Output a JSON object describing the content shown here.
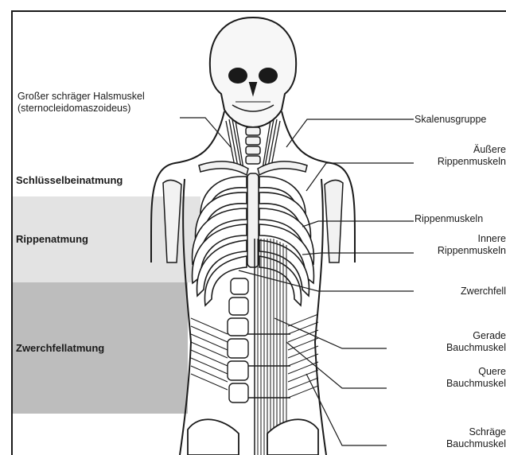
{
  "labels": {
    "sternocleidomastoid_line1": "Großer schräger Halsmuskel",
    "sternocleidomastoid_line2": "(sternocleidomaszoideus)",
    "scalene": "Skalenusgruppe",
    "external_line1": "Äußere",
    "external_line2": "Rippenmuskeln",
    "rib_muscles": "Rippenmuskeln",
    "internal_line1": "Innere",
    "internal_line2": "Rippenmuskeln",
    "diaphragm": "Zwerchfell",
    "rectus_line1": "Gerade",
    "rectus_line2": "Bauchmuskel",
    "transverse_line1": "Quere",
    "transverse_line2": "Bauchmuskel",
    "oblique_line1": "Schräge",
    "oblique_line2": "Bauchmuskel"
  },
  "zones": {
    "clavicular": "Schlüsselbeinatmung",
    "rib": "Rippenatmung",
    "diaphragm": "Zwerchfellatmung"
  },
  "colors": {
    "line": "#1a1a1a",
    "rib_zone_band": "#e3e3e3",
    "diaphragm_zone_band": "#bdbdbd",
    "background": "#ffffff"
  }
}
